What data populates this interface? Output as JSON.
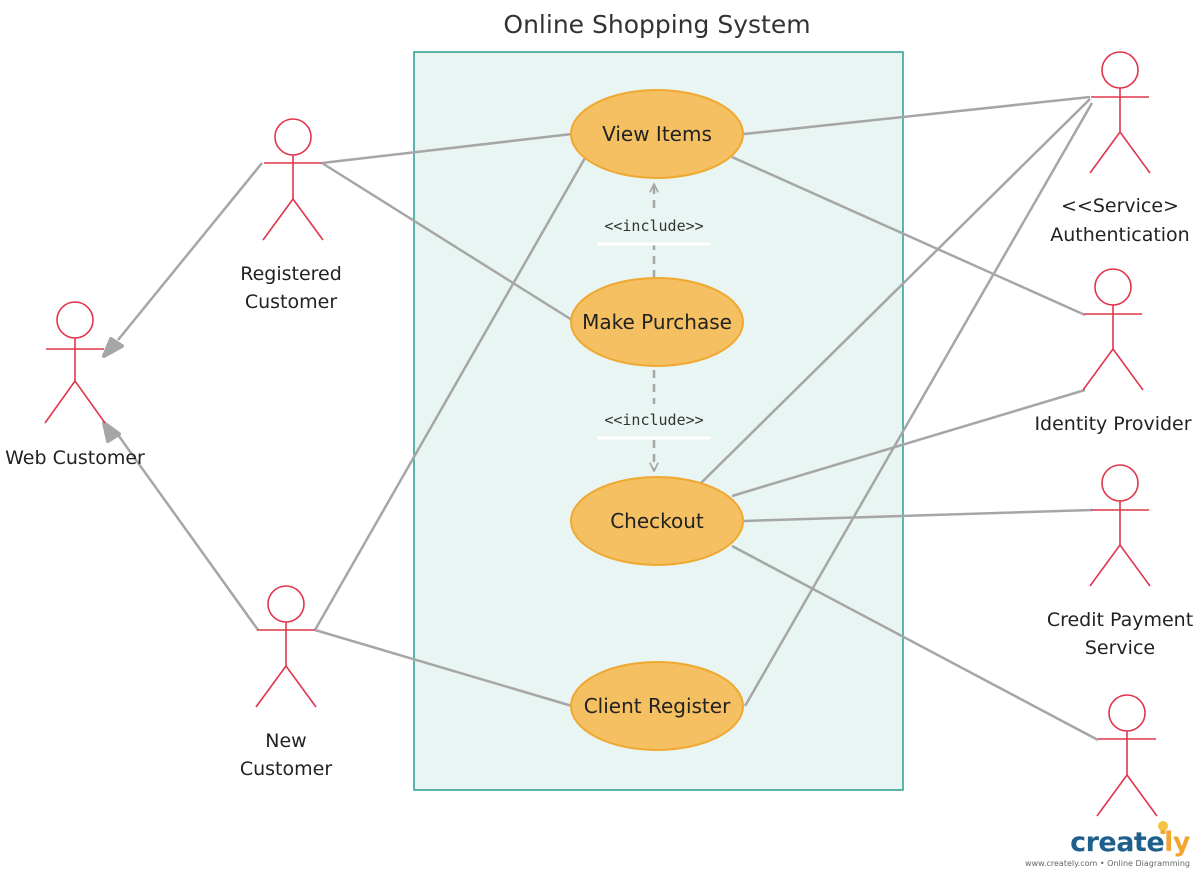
{
  "diagram": {
    "title": "Online Shopping System",
    "use_cases": [
      {
        "id": "view-items",
        "label": "View Items"
      },
      {
        "id": "make-purchase",
        "label": "Make Purchase"
      },
      {
        "id": "checkout",
        "label": "Checkout"
      },
      {
        "id": "client-register",
        "label": "Client Register"
      }
    ],
    "actors": [
      {
        "id": "web-customer",
        "lines": [
          "Web Customer"
        ]
      },
      {
        "id": "registered-customer",
        "lines": [
          "Registered",
          "Customer"
        ]
      },
      {
        "id": "new-customer",
        "lines": [
          "New",
          "Customer"
        ]
      },
      {
        "id": "service-authentication",
        "lines": [
          "<<Service>",
          "Authentication"
        ]
      },
      {
        "id": "identity-provider",
        "lines": [
          "Identity Provider"
        ]
      },
      {
        "id": "credit-payment-service",
        "lines": [
          "Credit Payment",
          "Service"
        ]
      },
      {
        "id": "unnamed-actor",
        "lines": []
      }
    ],
    "include_label": "<<include>>",
    "colors": {
      "system_fill": "#e8f5f2",
      "system_border": "#2a9d8f",
      "use_case_fill": "#f4c061",
      "use_case_border": "#f0a830",
      "actor_stroke": "#e0364c",
      "association": "#a6a6a6"
    }
  },
  "branding": {
    "word_main": "create",
    "word_accent": "ly",
    "tagline": "www.creately.com • Online Diagramming"
  }
}
